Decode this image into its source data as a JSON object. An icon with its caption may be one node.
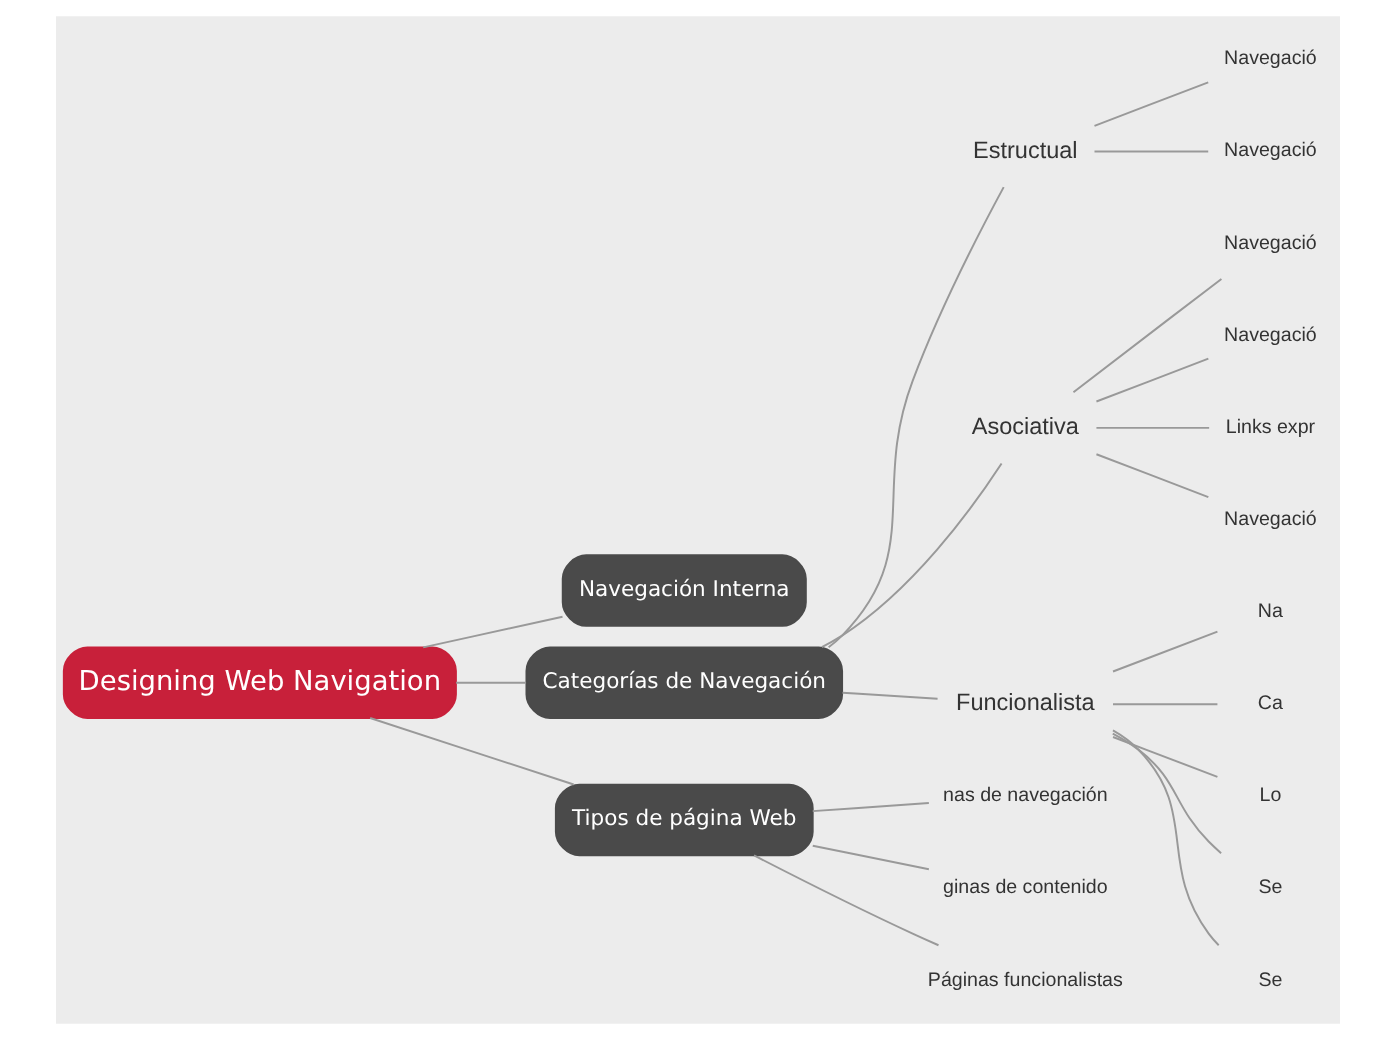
{
  "diagram": {
    "nodes": [
      {
        "text": [
          "Designing Web Navigation"
        ]
      },
      {
        "text": [
          "Navegación Interna"
        ]
      },
      {
        "text": [
          "Categorías de Navegación"
        ]
      },
      {
        "text": [
          "Tipos de página Web"
        ]
      },
      {
        "text": [
          "Estructual"
        ]
      },
      {
        "text": [
          "Navegació"
        ]
      },
      {
        "text": [
          "Navegació"
        ]
      },
      {
        "text": [
          "Asociativa"
        ]
      },
      {
        "text": [
          "Navegació"
        ]
      },
      {
        "text": [
          "Navegació"
        ]
      },
      {
        "text": [
          "Links expr"
        ]
      },
      {
        "text": [
          "Navegació"
        ]
      },
      {
        "text": [
          "Funcionalista"
        ]
      },
      {
        "text": [
          "Na"
        ]
      },
      {
        "text": [
          "Ca"
        ]
      },
      {
        "text": [
          "Lo"
        ]
      },
      {
        "text": [
          "Se"
        ]
      },
      {
        "text": [
          "Se"
        ]
      },
      {
        "text": [
          "nas de navegación"
        ]
      },
      {
        "text": [
          "ginas de contenido"
        ]
      },
      {
        "text": [
          "Páginas funcionalistas"
        ]
      }
    ],
    "edges": [
      {
        "from": 0,
        "to": 1,
        "arrow": "none"
      },
      {
        "from": 0,
        "to": 2,
        "arrow": "none"
      },
      {
        "from": 0,
        "to": 3,
        "arrow": "none"
      },
      {
        "from": 2,
        "to": 4,
        "arrow": "none"
      },
      {
        "from": 4,
        "to": 5,
        "arrow": "none"
      },
      {
        "from": 4,
        "to": 6,
        "arrow": "none"
      },
      {
        "from": 2,
        "to": 7,
        "arrow": "none"
      },
      {
        "from": 7,
        "to": 8,
        "arrow": "none"
      },
      {
        "from": 7,
        "to": 9,
        "arrow": "none"
      },
      {
        "from": 7,
        "to": 10,
        "arrow": "none"
      },
      {
        "from": 7,
        "to": 11,
        "arrow": "none"
      },
      {
        "from": 2,
        "to": 12,
        "arrow": "none"
      },
      {
        "from": 12,
        "to": 13,
        "arrow": "none"
      },
      {
        "from": 12,
        "to": 14,
        "arrow": "none"
      },
      {
        "from": 12,
        "to": 15,
        "arrow": "none"
      },
      {
        "from": 12,
        "to": 16,
        "arrow": "none"
      },
      {
        "from": 12,
        "to": 17,
        "arrow": "none"
      },
      {
        "from": 3,
        "to": 18,
        "arrow": "none"
      },
      {
        "from": 3,
        "to": 19,
        "arrow": "none"
      },
      {
        "from": 3,
        "to": 20,
        "arrow": "none"
      }
    ]
  }
}
